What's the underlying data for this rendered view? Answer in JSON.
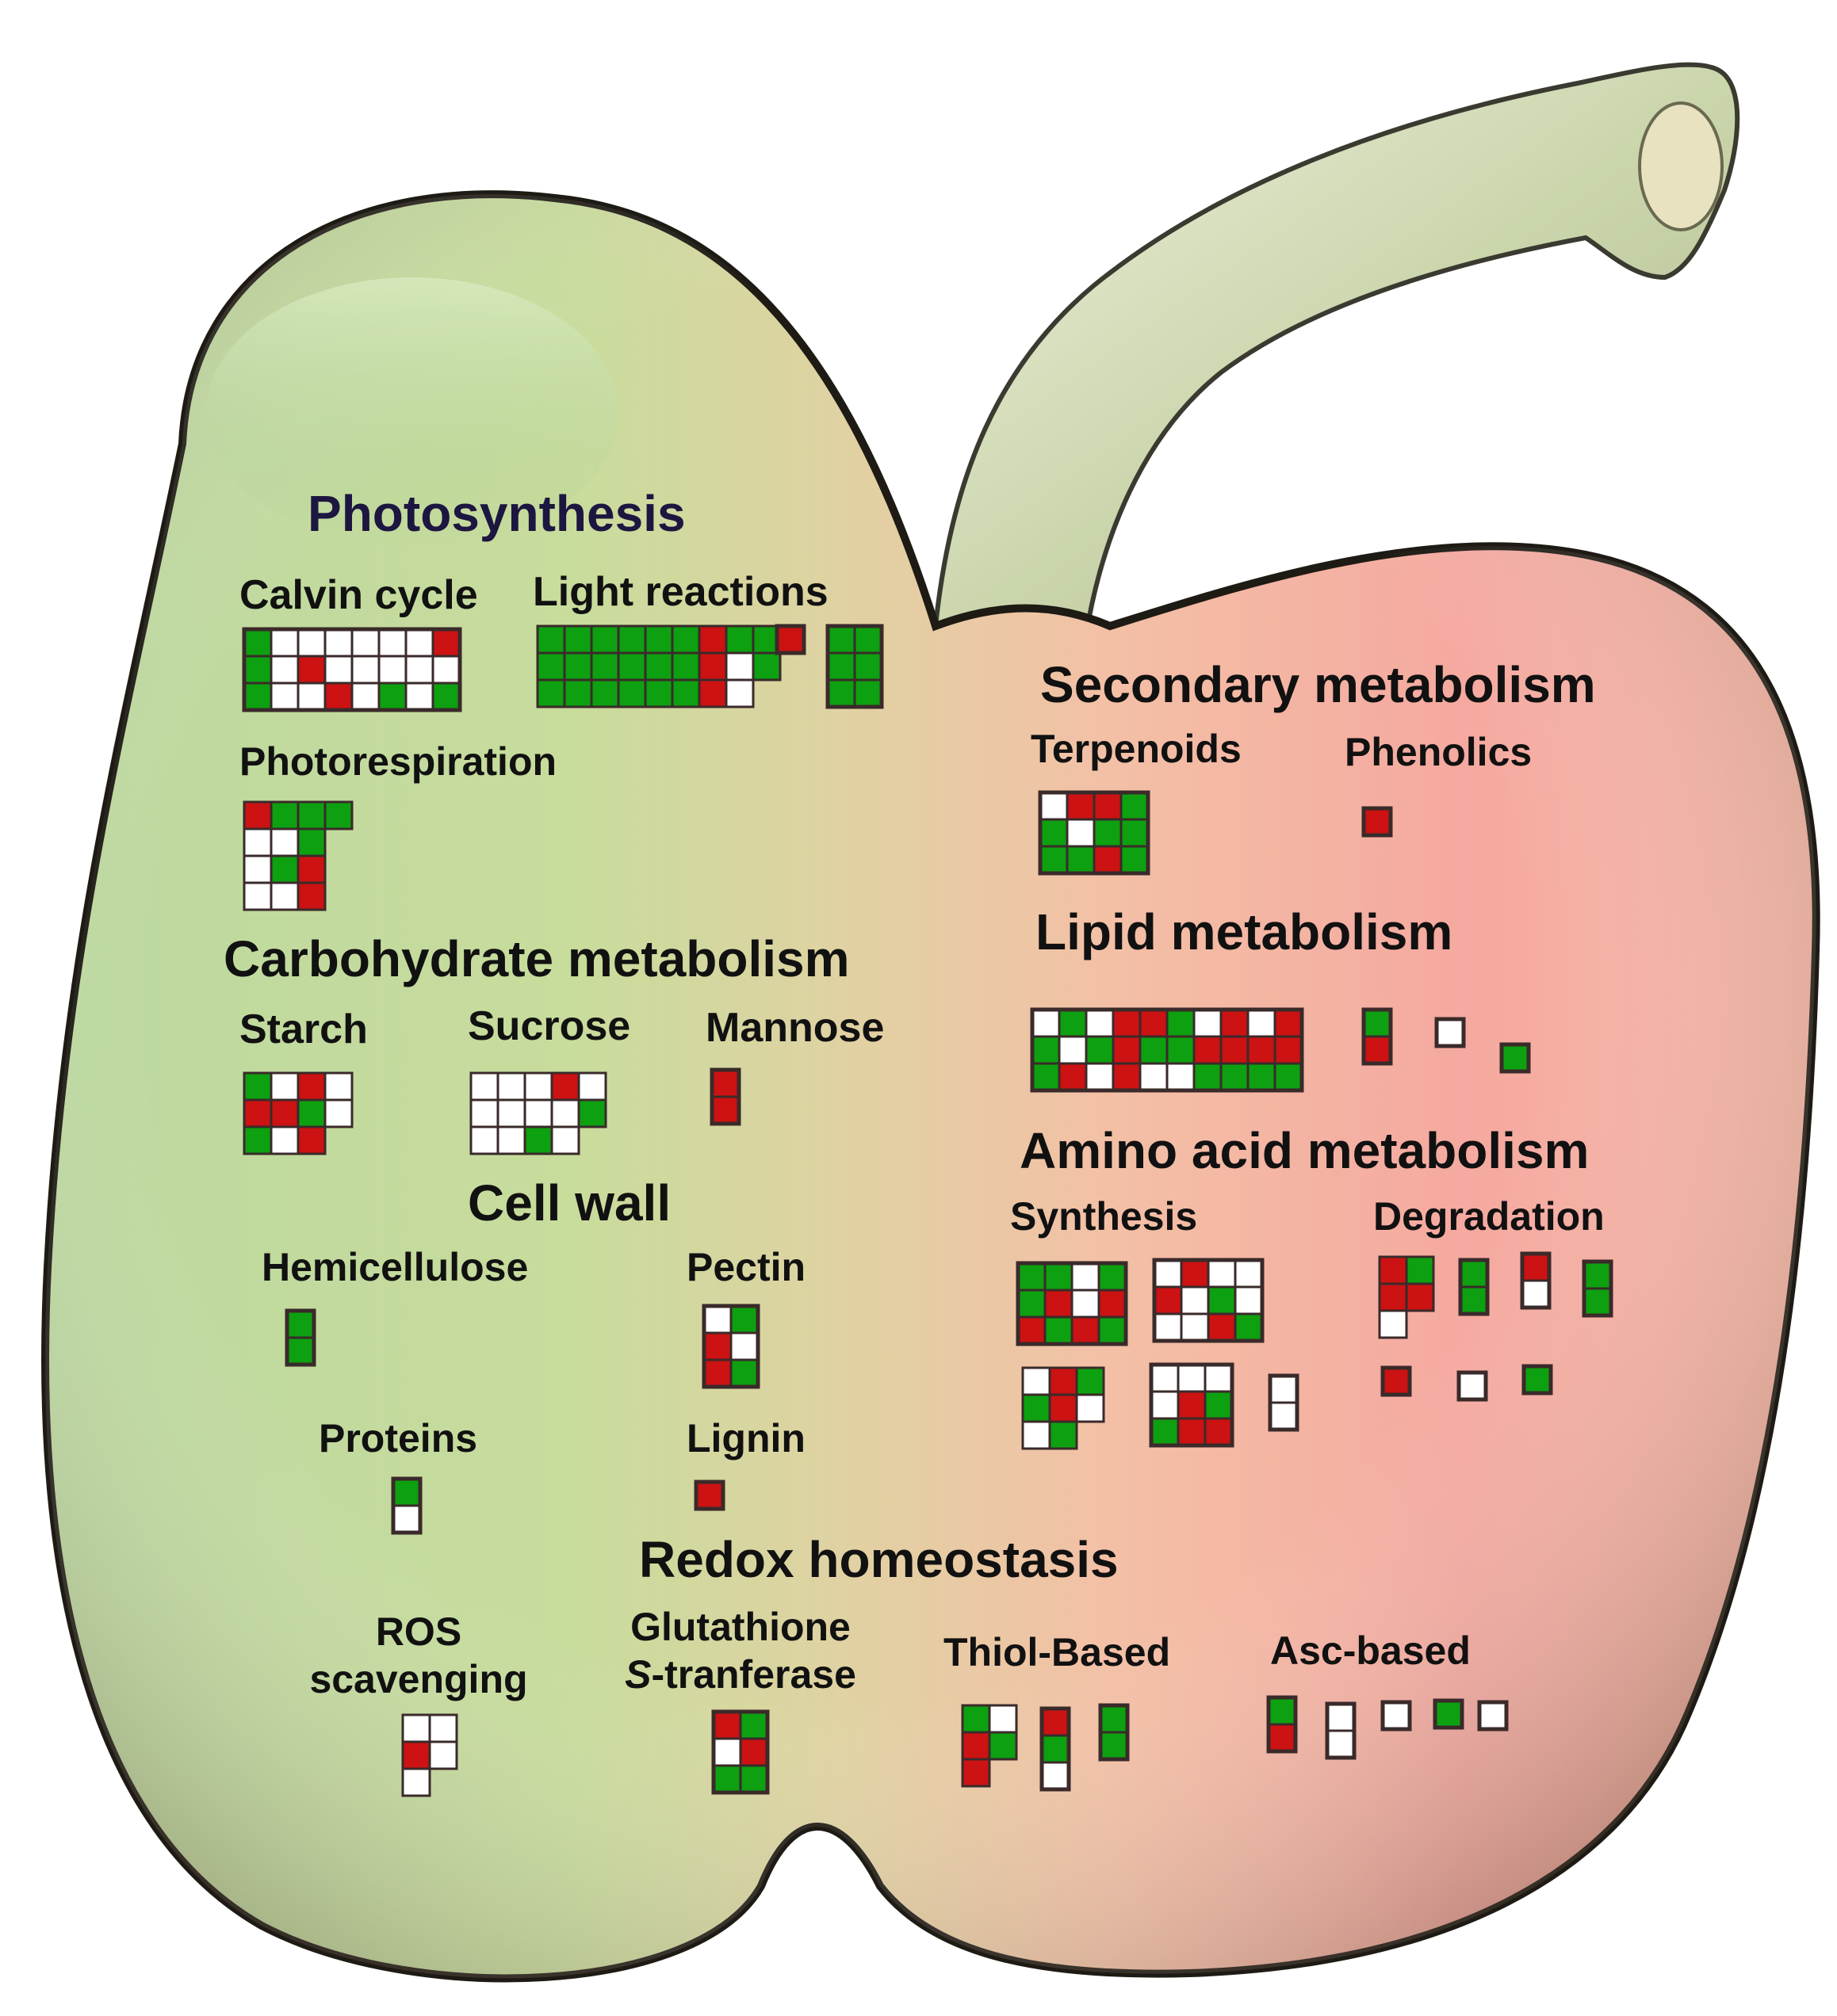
{
  "colors": {
    "up": "#cc1212",
    "down": "#0da010",
    "none": "#ffffff",
    "outline": "#3a2a2a",
    "text": "#111111",
    "header_text": "#1c1640",
    "fruit_left": "#c9dfaa",
    "fruit_right": "#f4b0a4",
    "stem": "#d3dcbc"
  },
  "sections": {
    "photosynthesis": {
      "title": "Photosynthesis",
      "calvin_cycle": "Calvin cycle",
      "light_reactions": "Light reactions",
      "photorespiration": "Photorespiration"
    },
    "carbohydrate": {
      "title": "Carbohydrate metabolism",
      "starch": "Starch",
      "sucrose": "Sucrose",
      "mannose": "Mannose"
    },
    "cell_wall": {
      "title": "Cell wall",
      "hemicellulose": "Hemicellulose",
      "pectin": "Pectin",
      "proteins": "Proteins",
      "lignin": "Lignin"
    },
    "secondary": {
      "title": "Secondary metabolism",
      "terpenoids": "Terpenoids",
      "phenolics": "Phenolics"
    },
    "lipid": {
      "title": "Lipid metabolism"
    },
    "amino_acid": {
      "title": "Amino acid metabolism",
      "synthesis": "Synthesis",
      "degradation": "Degradation"
    },
    "redox": {
      "title": "Redox homeostasis",
      "ros_line1": "ROS",
      "ros_line2": "scavenging",
      "gst_line1": "Glutathione",
      "gst_line2_italic": "S",
      "gst_line2_rest": "-tranferase",
      "thiol": "Thiol-Based",
      "asc": "Asc-based"
    }
  },
  "grids": [
    {
      "id": "calvin",
      "rows": [
        "GWWWWWWR",
        "GWRWWWWW",
        "GWWRWGWG"
      ]
    },
    {
      "id": "light-main",
      "rows": [
        "GGGGGGRGG",
        "GGGGGGRWG",
        "GGGGGGRW"
      ]
    },
    {
      "id": "light-single",
      "rows": [
        "R"
      ]
    },
    {
      "id": "light-side",
      "rows": [
        "GG",
        "GG",
        "GG"
      ]
    },
    {
      "id": "photoresp",
      "rows": [
        "RGGG",
        "WWG",
        "WGR",
        "WWR"
      ]
    },
    {
      "id": "starch",
      "rows": [
        "GWRW",
        "RRGW",
        "GWR"
      ]
    },
    {
      "id": "sucrose",
      "rows": [
        "WWWRW",
        "WWWWG",
        "WWGW"
      ]
    },
    {
      "id": "mannose",
      "rows": [
        "R",
        "R"
      ]
    },
    {
      "id": "hemicellulose",
      "rows": [
        "G",
        "G"
      ]
    },
    {
      "id": "pectin",
      "rows": [
        "WG",
        "RW",
        "RG"
      ]
    },
    {
      "id": "proteins",
      "rows": [
        "G",
        "W"
      ]
    },
    {
      "id": "lignin",
      "rows": [
        "R"
      ]
    },
    {
      "id": "terpenoids",
      "rows": [
        "WRRG",
        "GWGG",
        "GGRG"
      ]
    },
    {
      "id": "phenolics",
      "rows": [
        "R"
      ]
    },
    {
      "id": "lipid-main",
      "rows": [
        "WGWRRGWRWR",
        "GWGRGGRRRR",
        "GRWRWWGGGG"
      ]
    },
    {
      "id": "lipid-pair",
      "rows": [
        "G",
        "R"
      ]
    },
    {
      "id": "lipid-white",
      "rows": [
        "W"
      ]
    },
    {
      "id": "lipid-green",
      "rows": [
        "G"
      ]
    },
    {
      "id": "syn-a",
      "rows": [
        "GGWG",
        "GRWR",
        "RGRG"
      ]
    },
    {
      "id": "syn-b",
      "rows": [
        "WRWW",
        "RWGW",
        "WWRG"
      ]
    },
    {
      "id": "syn-c",
      "rows": [
        "WRG",
        "GRW",
        "WG"
      ]
    },
    {
      "id": "syn-d",
      "rows": [
        "WWW",
        "WRG",
        "GRR"
      ]
    },
    {
      "id": "syn-e",
      "rows": [
        "W",
        "W"
      ]
    },
    {
      "id": "deg-a",
      "rows": [
        "RG",
        "RR",
        "W"
      ]
    },
    {
      "id": "deg-b",
      "rows": [
        "G",
        "G"
      ]
    },
    {
      "id": "deg-c",
      "rows": [
        "R",
        "W"
      ]
    },
    {
      "id": "deg-d",
      "rows": [
        "G",
        "G"
      ]
    },
    {
      "id": "deg-e",
      "rows": [
        "R"
      ]
    },
    {
      "id": "deg-f",
      "rows": [
        "W"
      ]
    },
    {
      "id": "deg-g",
      "rows": [
        "G"
      ]
    },
    {
      "id": "ros",
      "rows": [
        "WW",
        "RW",
        "W"
      ]
    },
    {
      "id": "gst",
      "rows": [
        "RG",
        "WR",
        "GG"
      ]
    },
    {
      "id": "thiol-a",
      "rows": [
        "GW",
        "RG",
        "R"
      ]
    },
    {
      "id": "thiol-b",
      "rows": [
        "R",
        "G",
        "W"
      ]
    },
    {
      "id": "thiol-c",
      "rows": [
        "G",
        "G"
      ]
    },
    {
      "id": "asc-a",
      "rows": [
        "G",
        "R"
      ]
    },
    {
      "id": "asc-b",
      "rows": [
        "W",
        "W"
      ]
    },
    {
      "id": "asc-c",
      "rows": [
        "W"
      ]
    },
    {
      "id": "asc-d",
      "rows": [
        "G"
      ]
    },
    {
      "id": "asc-e",
      "rows": [
        "W"
      ]
    }
  ]
}
